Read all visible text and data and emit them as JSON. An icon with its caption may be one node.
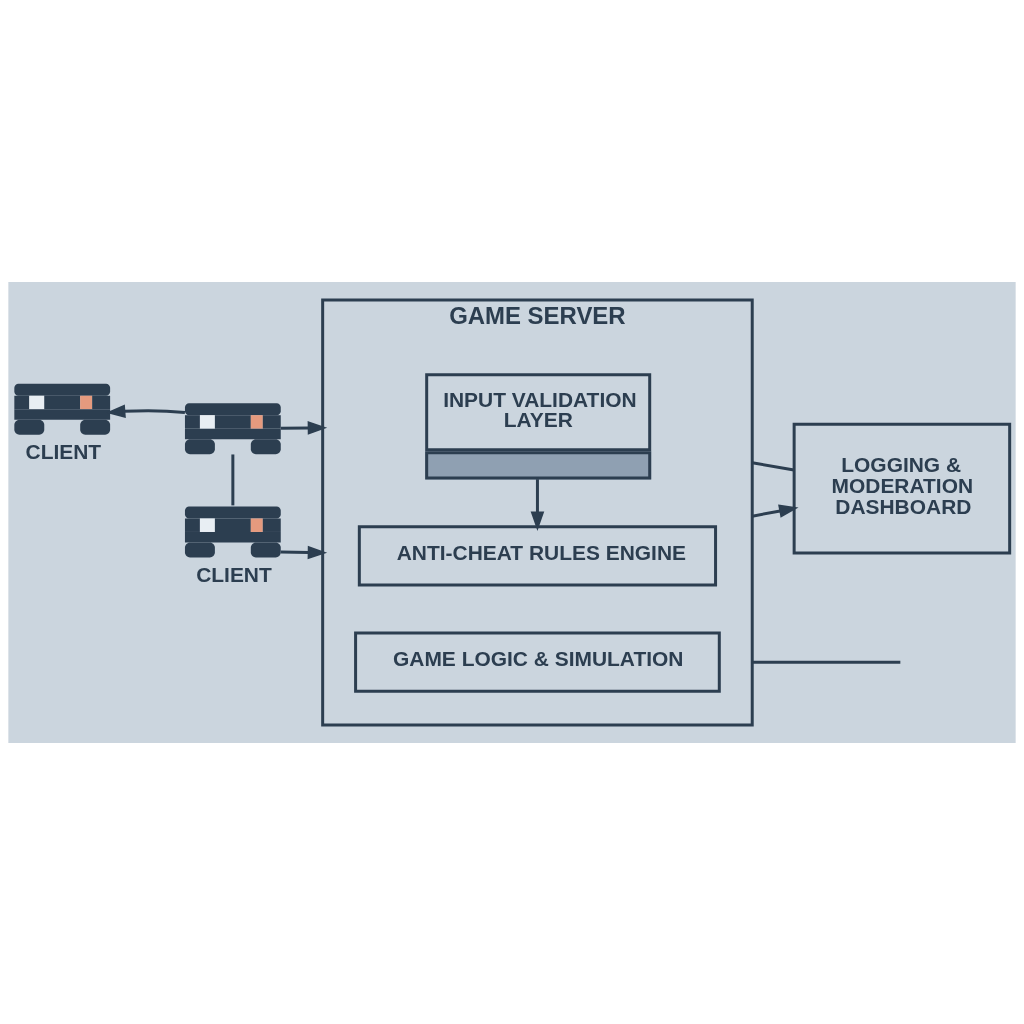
{
  "diagram": {
    "nodes": [
      {
        "text": [
          "CLIENT"
        ]
      },
      {
        "text": [],
        "shape": "picture"
      },
      {
        "text": [
          "CLIENT"
        ]
      },
      {
        "text": [
          "GAME SERVER"
        ]
      },
      {
        "text": [
          "INPUT VALIDATION LAYER"
        ],
        "in": 3
      },
      {
        "text": [
          "ANTI-CHEAT RULES ENGINE"
        ],
        "in": 3
      },
      {
        "text": [
          "GAME LOGIC & SIMULATION"
        ],
        "in": 3
      },
      {
        "text": [
          "LOGGING & MODERATION DASHBOARD"
        ]
      }
    ],
    "edges": [
      {
        "from": 1,
        "to": 0,
        "arrow": "to"
      },
      {
        "from": 1,
        "to": 2,
        "arrow": "none"
      },
      {
        "from": 1,
        "to": 3,
        "arrow": "to"
      },
      {
        "from": 2,
        "to": 3,
        "arrow": "to"
      },
      {
        "from": 4,
        "to": 5,
        "arrow": "to"
      },
      {
        "from": 3,
        "to": 7,
        "arrow": "none"
      },
      {
        "from": 3,
        "to": 7,
        "arrow": "to"
      },
      {
        "from": 3,
        "to": null,
        "arrow": "none"
      }
    ]
  }
}
